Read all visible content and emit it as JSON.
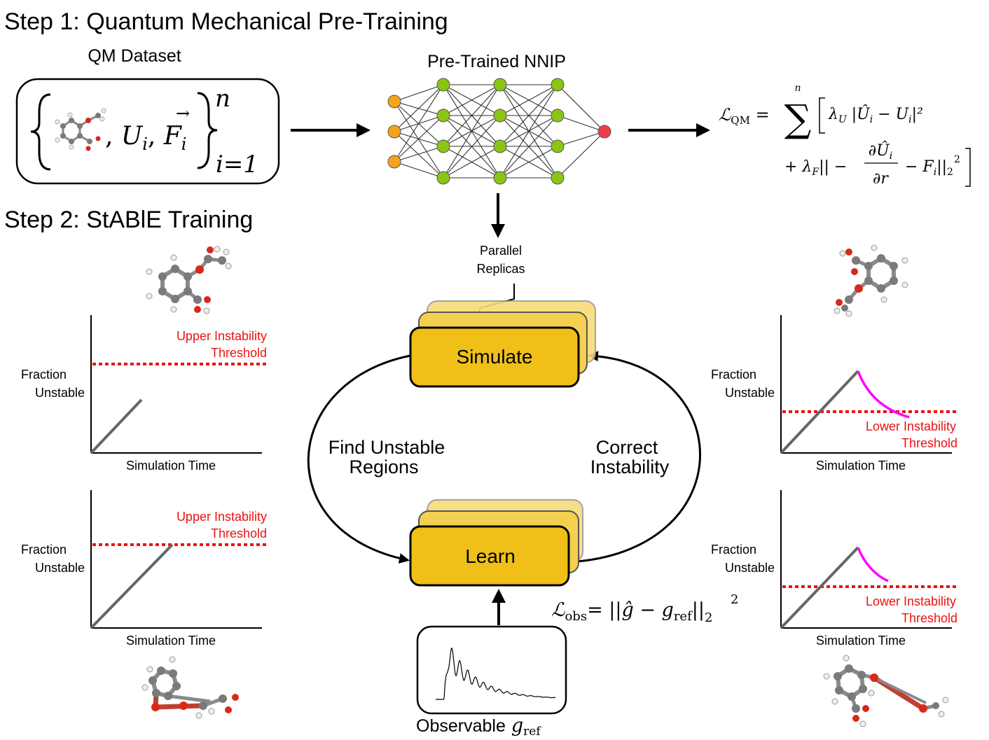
{
  "step1": {
    "title": "Step 1: Quantum Mechanical Pre-Training",
    "dataset_label": "QM Dataset",
    "dataset_set": {
      "U": "U",
      "U_sub": "i",
      "F": "F",
      "F_sub": "i",
      "sup": "n",
      "sub": "i=1"
    },
    "nnip_label": "Pre-Trained NNIP",
    "loss_qm": {
      "lhs": "ℒ",
      "lhs_sub": "QM",
      "sum_top": "n",
      "term1": "λ",
      "term1_sub": "U",
      "term1_body": "|Û",
      "term1_sub2": "i",
      "term1_rest": " − U",
      "term1_sub3": "i",
      "term1_end": "|²",
      "term2_pre": "+ λ",
      "term2_sub": "F",
      "term2_mid": "|| −",
      "frac_num": "∂Û",
      "frac_num_sub": "i",
      "frac_den": "∂r",
      "term2_end": "− F",
      "term2_end_sub": "i",
      "term2_norm": "||",
      "norm_sub": "2",
      "norm_sup": "2"
    }
  },
  "step2": {
    "title": "Step 2: StABlE Training",
    "parallel_label_line1": "Parallel",
    "parallel_label_line2": "Replicas",
    "simulate_label": "Simulate",
    "learn_label": "Learn",
    "find_unstable_line1": "Find Unstable",
    "find_unstable_line2": "Regions",
    "correct_line1": "Correct",
    "correct_line2": "Instability",
    "loss_obs": {
      "lhs": "ℒ",
      "lhs_sub": "obs",
      "rhs": "= ||ĝ − g",
      "rhs_sub": "ref",
      "norm": "||",
      "norm_sub": "2",
      "norm_sup": "2"
    },
    "observable_label": "Observable",
    "observable_symbol": "g",
    "observable_sub": "ref"
  },
  "plots": {
    "ylabel_line1": "Fraction",
    "ylabel_line2": "Unstable",
    "xlabel": "Simulation Time",
    "upper_line1": "Upper Instability",
    "upper_line2": "Threshold",
    "lower_line1": "Lower Instability",
    "lower_line2": "Threshold"
  },
  "colors": {
    "box_fill": "#f0c018",
    "box_fill_back": "#f8dc7a",
    "threshold": "#ee1111",
    "correction": "#ff00ff",
    "input_node": "#f5a31a",
    "hidden_node": "#8bc514",
    "output_node": "#ef3e4a",
    "atom_carbon": "#7a7a7a",
    "atom_oxygen": "#d8281a",
    "atom_hydrogen": "#f2f2f2"
  }
}
